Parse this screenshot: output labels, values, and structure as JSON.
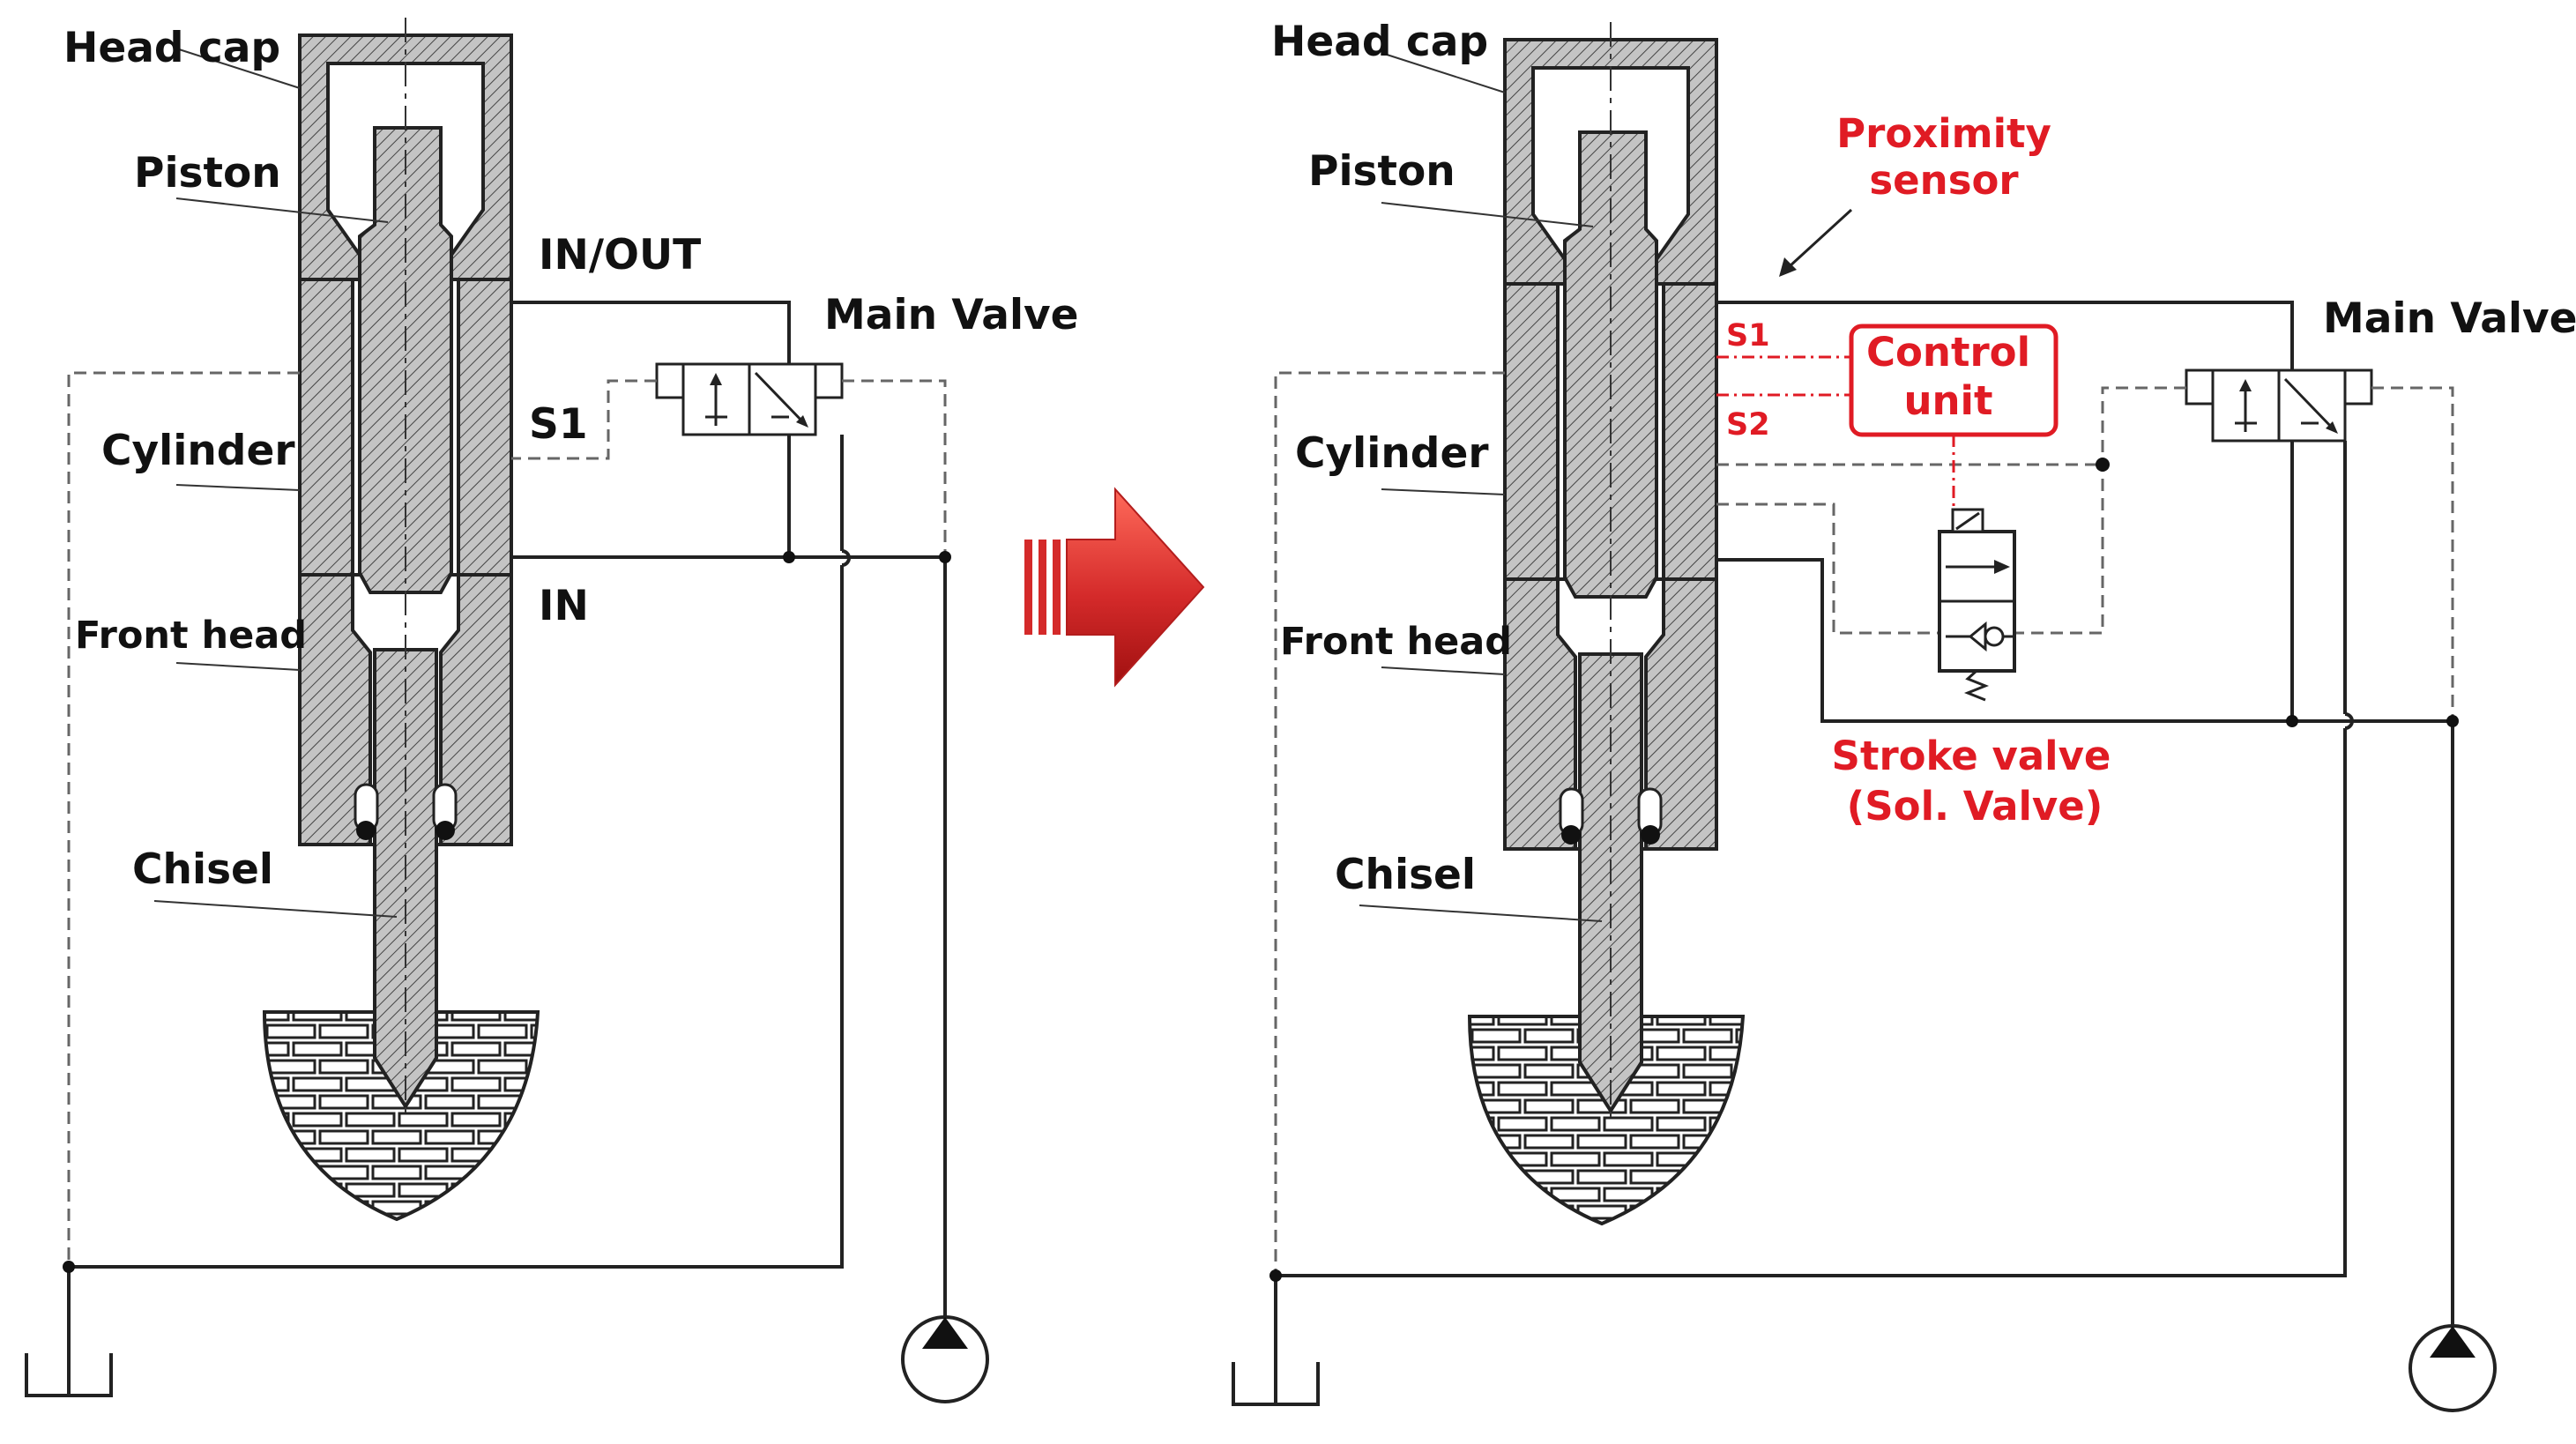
{
  "left": {
    "labels": {
      "head_cap": "Head cap",
      "piston": "Piston",
      "cylinder": "Cylinder",
      "front_head": "Front head",
      "chisel": "Chisel",
      "in_out": "IN/OUT",
      "s1": "S1",
      "in": "IN",
      "main_valve": "Main Valve"
    }
  },
  "right": {
    "labels": {
      "head_cap": "Head cap",
      "piston": "Piston",
      "cylinder": "Cylinder",
      "front_head": "Front head",
      "chisel": "Chisel",
      "main_valve": "Main Valve",
      "proximity_line1": "Proximity",
      "proximity_line2": "sensor",
      "s1": "S1",
      "s2": "S2",
      "control_line1": "Control",
      "control_line2": "unit",
      "stroke_line1": "Stroke valve",
      "stroke_line2": "(Sol. Valve)"
    }
  },
  "colors": {
    "accent_red": "#e01b24",
    "arrow_red": "#d42a2a",
    "line": "#222222",
    "hatch_fill": "#b9b9b9"
  }
}
